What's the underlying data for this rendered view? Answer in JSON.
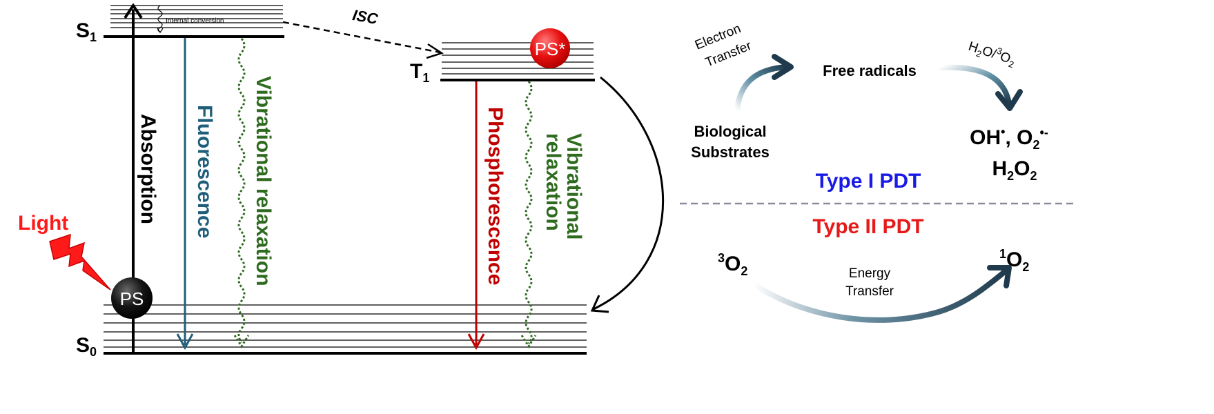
{
  "colors": {
    "black": "#000000",
    "fluorescence": "#1f5f7a",
    "vibrational": "#2e6b1f",
    "phosphorescence": "#c00000",
    "light": "#ff1a1a",
    "type1": "#1a1ae6",
    "type2": "#e61a1a",
    "transfer_arrow": "#1e3a4c",
    "divider": "#8a8a9a"
  },
  "states": {
    "s1": {
      "base": "S",
      "sub": "1"
    },
    "s0": {
      "base": "S",
      "sub": "0"
    },
    "t1": {
      "base": "T",
      "sub": "1"
    }
  },
  "processes": {
    "internal_conversion": "Internal conversion",
    "isc": "ISC",
    "absorption": "Absorption",
    "fluorescence": "Fluorescence",
    "vibrational_relaxation_s": "Vibrational relaxation",
    "phosphorescence": "Phosphorescence",
    "vibrational_relaxation_t_line1": "Vibrational",
    "vibrational_relaxation_t_line2": "relaxation"
  },
  "light": {
    "label": "Light"
  },
  "molecules": {
    "ground": "PS",
    "excited": "PS*"
  },
  "type1": {
    "title": "Type I PDT",
    "electron_transfer_line1": "Electron",
    "electron_transfer_line2": "Transfer",
    "free_radicals": "Free radicals",
    "h2o_o2": {
      "a": "H",
      "a_sub": "2",
      "b": "O/",
      "b_sup": "3",
      "c": "O",
      "c_sub": "2"
    },
    "substrates_line1": "Biological",
    "substrates_line2": "Substrates",
    "products_line1": {
      "a": "OH",
      "a_sup": "•",
      "b": ", O",
      "b_sub": "2",
      "b_sup": "•-"
    },
    "products_line2": {
      "a": "H",
      "a_sub": "2",
      "b": "O",
      "b_sub": "2"
    }
  },
  "type2": {
    "title": "Type II PDT",
    "triplet_oxygen": {
      "sup": "3",
      "base": "O",
      "sub": "2"
    },
    "singlet_oxygen": {
      "sup": "1",
      "base": "O",
      "sub": "2"
    },
    "energy_transfer_line1": "Energy",
    "energy_transfer_line2": "Transfer"
  }
}
